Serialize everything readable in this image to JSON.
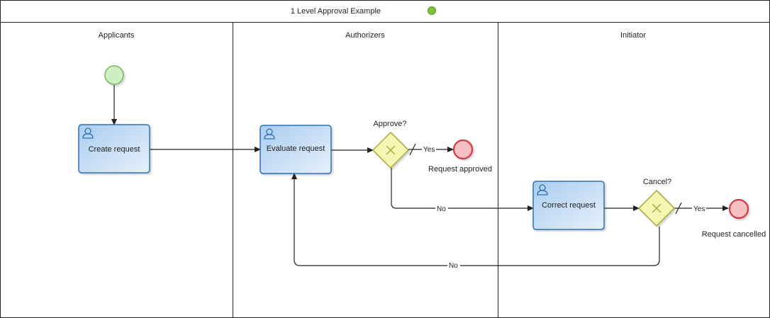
{
  "diagram": {
    "title": "1 Level Approval Example",
    "colors": {
      "task_fill_start": "#a9cdf0",
      "task_fill_end": "#e7f0fa",
      "task_stroke": "#2f6fb2",
      "start_fill": "#cfeec1",
      "start_stroke": "#79b85f",
      "end_fill": "#f7c1c3",
      "end_stroke": "#d33b44",
      "gateway_fill": "#f4f6b2",
      "gateway_stroke": "#a8a83a",
      "title_badge": "#7dc03a",
      "line": "#222222"
    },
    "lanes": [
      {
        "id": "applicants",
        "label": "Applicants"
      },
      {
        "id": "authorizers",
        "label": "Authorizers"
      },
      {
        "id": "initiator",
        "label": "Initiator"
      }
    ],
    "tasks": {
      "create_request": {
        "label": "Create request",
        "icon": "user-icon"
      },
      "evaluate_request": {
        "label": "Evaluate request",
        "icon": "user-icon"
      },
      "correct_request": {
        "label": "Correct request",
        "icon": "user-icon"
      }
    },
    "gateways": {
      "approve": {
        "label": "Approve?",
        "type": "exclusive"
      },
      "cancel": {
        "label": "Cancel?",
        "type": "exclusive"
      }
    },
    "events": {
      "start": {
        "type": "start"
      },
      "request_approved": {
        "label": "Request approved",
        "type": "end"
      },
      "request_cancelled": {
        "label": "Request cancelled",
        "type": "end"
      }
    },
    "flows": {
      "approve_yes": "Yes",
      "approve_no": "No",
      "cancel_yes": "Yes",
      "cancel_no": "No"
    }
  }
}
